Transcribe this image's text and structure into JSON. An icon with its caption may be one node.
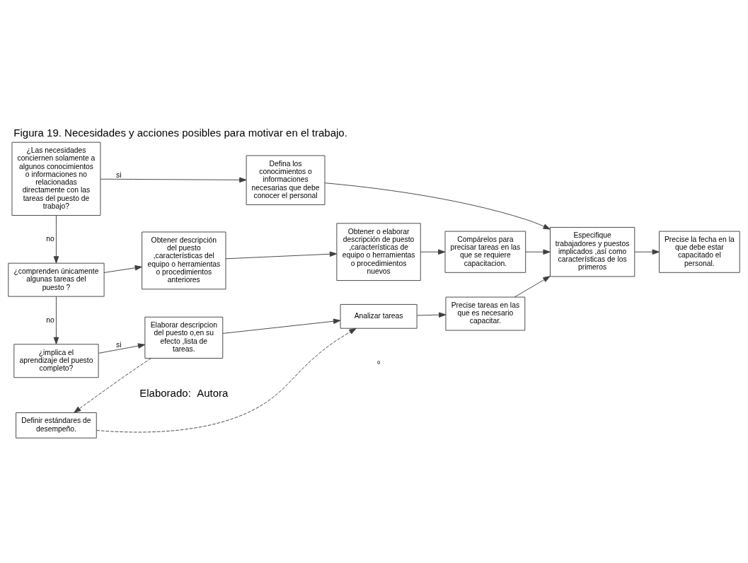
{
  "diagram": {
    "title": "Figura 19. Necesidades y acciones posibles para motivar en el trabajo.",
    "caption": "Elaborado:  Autora",
    "nodes": [
      {
        "text": [
          "¿Las necesidades conciernen solamente a algunos conocimientos o informaciones no relacionadas  directamente con las tareas del puesto de trabajo?"
        ]
      },
      {
        "text": [
          "Defina los conocimientos o informaciones necesarias que debe conocer el personal"
        ]
      },
      {
        "text": [
          "¿comprenden únicamente algunas tareas del puesto ?"
        ]
      },
      {
        "text": [
          "Obtener descripción del puesto ,características del equipo o herramientas o procedimientos anteriores"
        ]
      },
      {
        "text": [
          "Obtener o elaborar descripción de puesto ,características de equipo o herramientas o procedimientos nuevos"
        ]
      },
      {
        "text": [
          "Compárelos para precisar tareas en las que se requiere capacitacion."
        ]
      },
      {
        "text": [
          "Especifique trabajadores y puestos implicados ,así como características de los primeros"
        ]
      },
      {
        "text": [
          "Precise la fecha en la que debe estar capacitado el personal."
        ]
      },
      {
        "text": [
          "¿implica el aprendizaje del puesto completo?"
        ]
      },
      {
        "text": [
          "Elaborar descripcion del puesto o,en su efecto ,lista de tareas."
        ]
      },
      {
        "text": [
          "Definir estándares de desempeño."
        ]
      },
      {
        "text": [
          "Analizar tareas"
        ]
      },
      {
        "text": [
          "Precise tareas en las que es necesario capacitar."
        ]
      }
    ],
    "edges": [
      {
        "from": 0,
        "to": 1,
        "arrow": "to",
        "label": "si"
      },
      {
        "from": 0,
        "to": 2,
        "arrow": "to",
        "label": "no"
      },
      {
        "from": 1,
        "to": 6,
        "arrow": "to"
      },
      {
        "from": 2,
        "to": 3,
        "arrow": "to"
      },
      {
        "from": 3,
        "to": 4,
        "arrow": "to"
      },
      {
        "from": 4,
        "to": 5,
        "arrow": "to"
      },
      {
        "from": 5,
        "to": 6,
        "arrow": "to"
      },
      {
        "from": 6,
        "to": 7,
        "arrow": "to"
      },
      {
        "from": 2,
        "to": 8,
        "arrow": "to",
        "label": "no"
      },
      {
        "from": 8,
        "to": 9,
        "arrow": "to",
        "label": "si"
      },
      {
        "from": 9,
        "to": 10,
        "arrow": "to",
        "style": "dashed"
      },
      {
        "from": 10,
        "to": 11,
        "arrow": "to",
        "style": "dashed"
      },
      {
        "from": 9,
        "to": 11,
        "arrow": "to"
      },
      {
        "from": 11,
        "to": 12,
        "arrow": "to"
      },
      {
        "from": 12,
        "to": 6,
        "arrow": "to"
      }
    ],
    "labels": [
      "º"
    ]
  }
}
